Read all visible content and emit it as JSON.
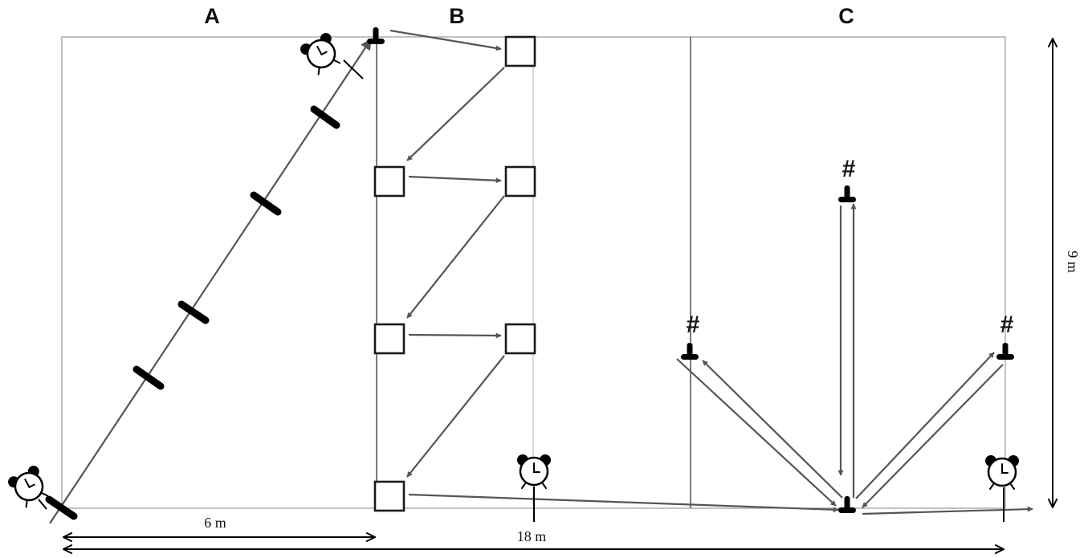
{
  "panels": {
    "a": "A",
    "b": "B",
    "c": "C"
  },
  "dimensions": {
    "six_m": "6 m",
    "eighteen_m": "18 m",
    "nine_m": "9 m"
  },
  "cone_labels": {
    "left": "#",
    "center": "#",
    "right": "#"
  },
  "icons": {
    "alarm_clock": "alarm-clock-icon",
    "cone": "cone-marker-icon",
    "box": "square-marker-icon",
    "hurdle": "hurdle-icon"
  },
  "colors": {
    "arrow": "#555555",
    "marker": "#000000",
    "field_line": "#9a9a9a"
  }
}
